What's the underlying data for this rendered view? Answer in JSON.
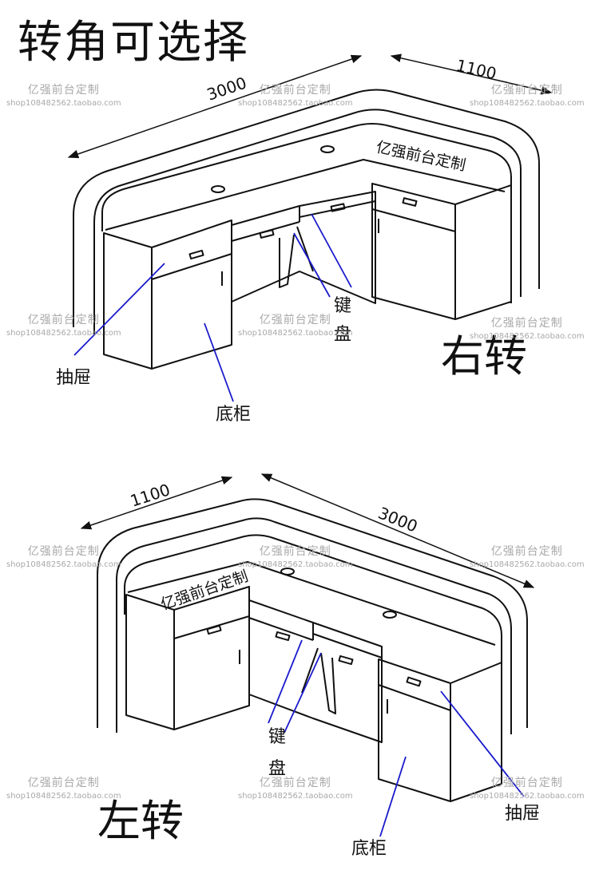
{
  "title": "转角可选择",
  "watermark": {
    "name": "亿强前台定制",
    "url": "shop108482562.taobao.com"
  },
  "top_diagram": {
    "label": "右转",
    "length_dim": "3000",
    "depth_dim": "1100",
    "brand_tag": "亿强前台定制",
    "callouts": {
      "drawer": "抽屉",
      "cabinet": "底柜",
      "keyboard_top": "键",
      "keyboard_bottom": "盘"
    }
  },
  "bottom_diagram": {
    "label": "左转",
    "length_dim": "3000",
    "depth_dim": "1100",
    "brand_tag": "亿强前台定制",
    "callouts": {
      "drawer": "抽屉",
      "cabinet": "底柜",
      "keyboard_top": "键",
      "keyboard_bottom": "盘"
    }
  },
  "colors": {
    "line": "#111111",
    "callout_line": "#1a1acc",
    "watermark": "#a9a9a9"
  }
}
